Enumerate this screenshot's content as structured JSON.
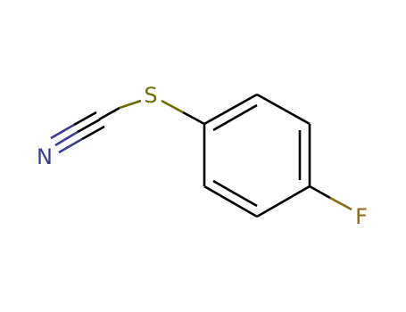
{
  "molecule": {
    "atoms": {
      "nitrogen": {
        "symbol": "N",
        "color": "#3b3b8f"
      },
      "sulfur": {
        "symbol": "S",
        "color": "#6b6b00"
      },
      "fluorine": {
        "symbol": "F",
        "color": "#8b6914"
      }
    },
    "colors": {
      "bond": "#000000",
      "background": "#ffffff"
    }
  }
}
